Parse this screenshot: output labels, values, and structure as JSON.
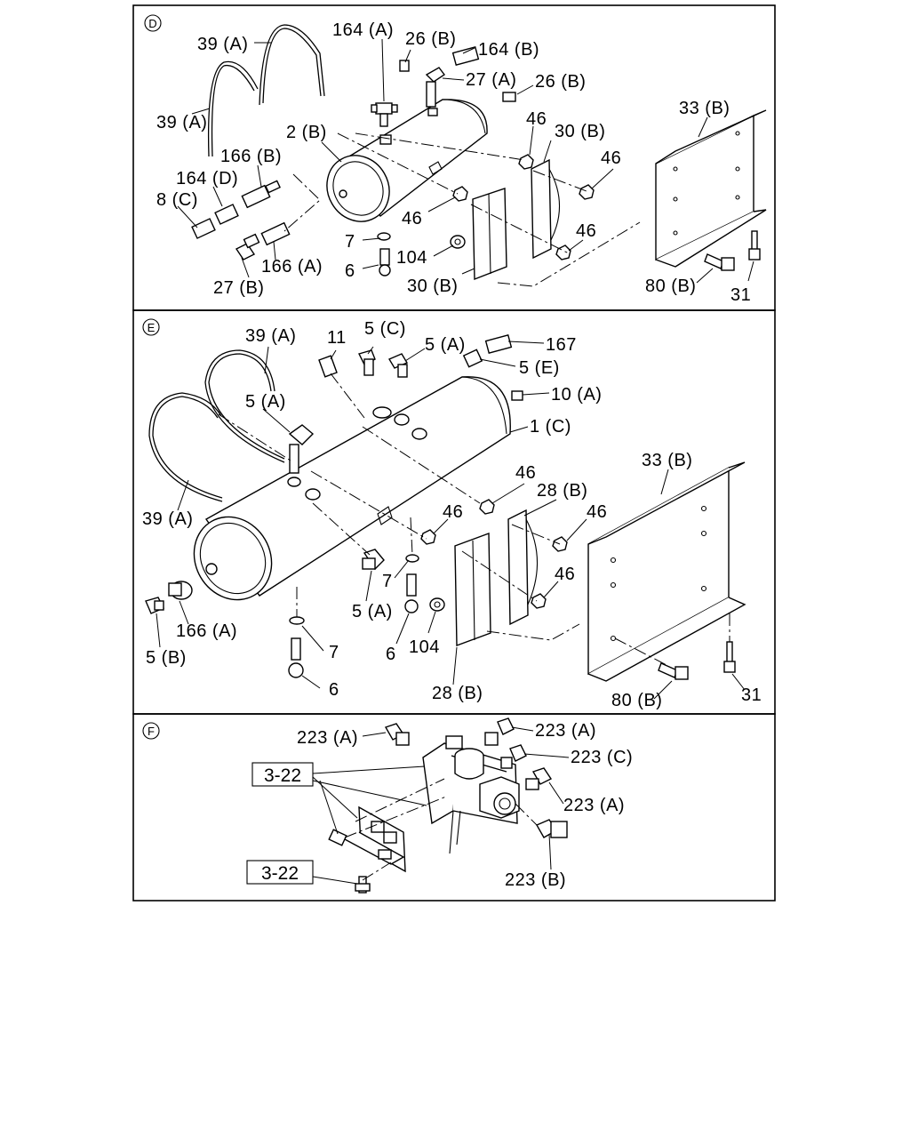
{
  "panels": [
    {
      "id": "D",
      "letter": "D",
      "labels": {
        "l39a_top": "39 (A)",
        "l39a_left": "39 (A)",
        "l164a": "164 (A)",
        "l26b_top": "26 (B)",
        "l164b": "164 (B)",
        "l27a": "27 (A)",
        "l26b_right": "26 (B)",
        "l2b": "2 (B)",
        "l166b": "166 (B)",
        "l164d": "164 (D)",
        "l8c": "8 (C)",
        "l46_a": "46",
        "l30b_top": "30 (B)",
        "l46_b": "46",
        "l33b": "33 (B)",
        "l46_c": "46",
        "l46_d": "46",
        "l7": "7",
        "l104": "104",
        "l6": "6",
        "l166a": "166 (A)",
        "l27b": "27 (B)",
        "l30b_bot": "30 (B)",
        "l80b": "80 (B)",
        "l31": "31"
      }
    },
    {
      "id": "E",
      "letter": "E",
      "labels": {
        "l39a_top": "39 (A)",
        "l11": "11",
        "l5c": "5 (C)",
        "l5a_top": "5 (A)",
        "l167": "167",
        "l5e": "5 (E)",
        "l10a": "10 (A)",
        "l5a_left": "5 (A)",
        "l1c": "1 (C)",
        "l33b": "33 (B)",
        "l46_a": "46",
        "l28b_top": "28 (B)",
        "l46_b": "46",
        "l46_c": "46",
        "l39a_bot": "39 (A)",
        "l46_d": "46",
        "l7_a": "7",
        "l5a_mid": "5 (A)",
        "l166a": "166 (A)",
        "l5b": "5 (B)",
        "l7_b": "7",
        "l6_a": "6",
        "l104": "104",
        "l6_b": "6",
        "l28b_bot": "28 (B)",
        "l80b": "80 (B)",
        "l31": "31"
      }
    },
    {
      "id": "F",
      "letter": "F",
      "labels": {
        "l223a_left": "223 (A)",
        "l223a_topright": "223 (A)",
        "l223c": "223 (C)",
        "l223a_right": "223 (A)",
        "l223b": "223 (B)",
        "ref_top": "3-22",
        "ref_bot": "3-22"
      }
    }
  ]
}
